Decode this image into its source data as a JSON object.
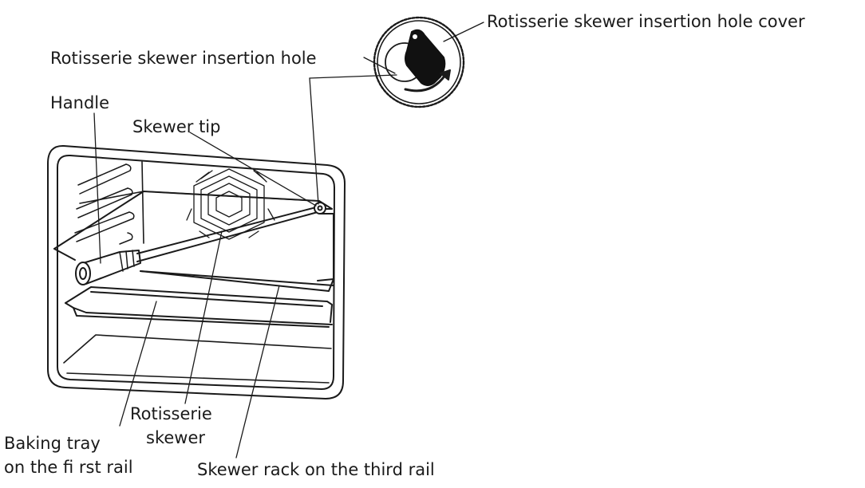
{
  "labels": {
    "hole_cover": "Rotisserie skewer insertion hole cover",
    "insertion_hole": "Rotisserie skewer insertion hole",
    "handle": "Handle",
    "skewer_tip": "Skewer tip",
    "rotisserie_skewer_line1": "Rotisserie",
    "rotisserie_skewer_line2": "skewer",
    "baking_tray_line1": "Baking tray",
    "baking_tray_line2": "on the fi rst rail",
    "skewer_rack": "Skewer rack on the third rail"
  },
  "colors": {
    "ink": "#1a1a1a",
    "background": "#ffffff",
    "cover_fill": "#111111"
  }
}
